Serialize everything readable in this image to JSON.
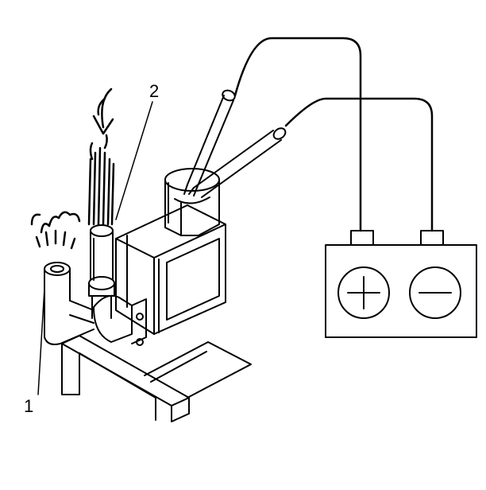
{
  "callouts": [
    {
      "id": "1",
      "text": "1"
    },
    {
      "id": "2",
      "text": "2"
    }
  ],
  "battery": {
    "positive_symbol": "+",
    "negative_symbol": "−"
  },
  "colors": {
    "line": "#000000",
    "background": "#ffffff"
  }
}
